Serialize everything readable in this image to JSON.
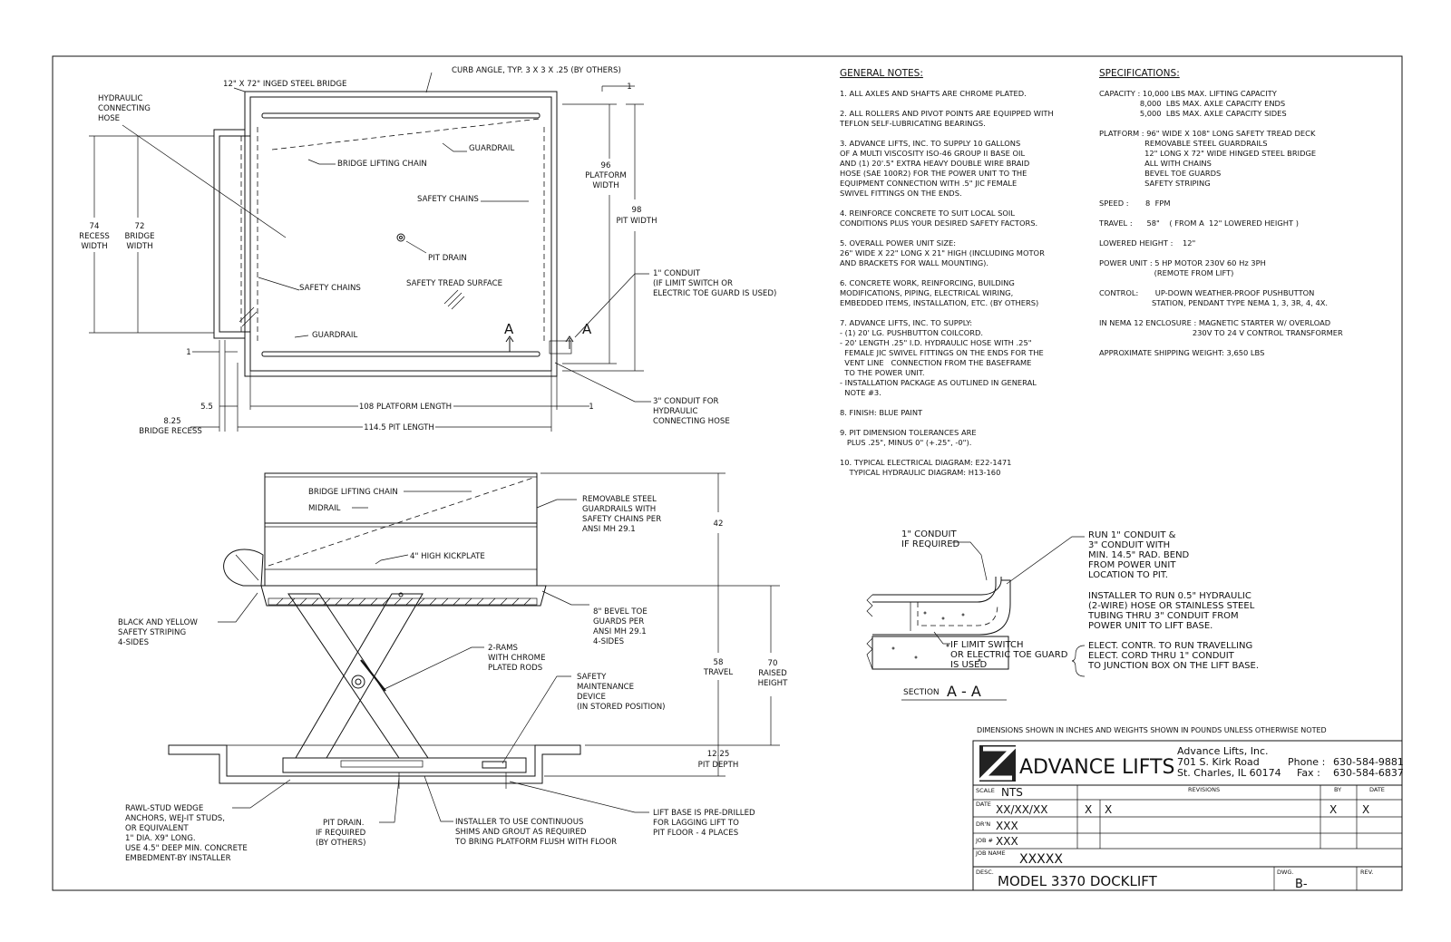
{
  "plan_view": {
    "labels": {
      "curb_angle": "CURB ANGLE, TYP. 3 X 3 X .25 (BY OTHERS)",
      "bridge": "12\" X 72\" INGED STEEL BRIDGE",
      "hydraulic_hose_1": "HYDRAULIC",
      "hydraulic_hose_2": "CONNECTING",
      "hydraulic_hose_3": "HOSE",
      "guardrail_top": "GUARDRAIL",
      "bridge_chain": "BRIDGE LIFTING CHAIN",
      "safety_chains_right": "SAFETY CHAINS",
      "pit_drain": "PIT DRAIN",
      "safety_chains_left": "SAFETY CHAINS",
      "tread_surface": "SAFETY TREAD SURFACE",
      "guardrail_bottom": "GUARDRAIL",
      "conduit_1": "1\" CONDUIT",
      "conduit_2": "(IF LIMIT SWITCH OR",
      "conduit_3": "ELECTRIC TOE GUARD IS USED)",
      "conduit3_1": "3\" CONDUIT FOR",
      "conduit3_2": "HYDRAULIC",
      "conduit3_3": "CONNECTING HOSE",
      "section_mark_left": "A",
      "section_mark_right": "A"
    },
    "dims": {
      "recess_width_val": "74",
      "recess_width_1": "RECESS",
      "recess_width_2": "WIDTH",
      "bridge_width_val": "72",
      "bridge_width_1": "BRIDGE",
      "bridge_width_2": "WIDTH",
      "platform_width_val": "96",
      "platform_width_1": "PLATFORM",
      "platform_width_2": "WIDTH",
      "pit_width_val": "98",
      "pit_width_1": "PIT WIDTH",
      "top_one": "1",
      "left_one": "1",
      "right_one": "1",
      "five_five": "5.5",
      "platform_length": "108 PLATFORM LENGTH",
      "bridge_recess_val": "8.25",
      "bridge_recess": "BRIDGE RECESS",
      "pit_length": "114.5 PIT LENGTH"
    }
  },
  "elevation_view": {
    "labels": {
      "bridge_chain": "BRIDGE LIFTING CHAIN",
      "midrail": "MIDRAIL",
      "kickplate": "4\" HIGH KICKPLATE",
      "guardrails_1": "REMOVABLE STEEL",
      "guardrails_2": "GUARDRAILS WITH",
      "guardrails_3": "SAFETY CHAINS PER",
      "guardrails_4": "ANSI MH 29.1",
      "striping_1": "BLACK AND YELLOW",
      "striping_2": "SAFETY STRIPING",
      "striping_3": "4-SIDES",
      "toe_1": "8\" BEVEL TOE",
      "toe_2": "GUARDS PER",
      "toe_3": "ANSI MH 29.1",
      "toe_4": "4-SIDES",
      "rams_1": "2-RAMS",
      "rams_2": "WITH CHROME",
      "rams_3": "PLATED RODS",
      "maint_1": "SAFETY",
      "maint_2": "MAINTENANCE",
      "maint_3": "DEVICE",
      "maint_4": "(IN STORED POSITION)",
      "anchors_1": "RAWL-STUD WEDGE",
      "anchors_2": "ANCHORS, WEJ-IT STUDS,",
      "anchors_3": "OR EQUIVALENT",
      "anchors_4": "1\" DIA. X9\" LONG.",
      "anchors_5": "USE 4.5\" DEEP MIN. CONCRETE",
      "anchors_6": "EMBEDMENT-BY INSTALLER",
      "pitdrain_1": "PIT DRAIN.",
      "pitdrain_2": "IF REQUIRED",
      "pitdrain_3": "(BY OTHERS)",
      "shims_1": "INSTALLER TO USE CONTINUOUS",
      "shims_2": "SHIMS AND GROUT AS REQUIRED",
      "shims_3": "TO BRING PLATFORM FLUSH WITH FLOOR",
      "base_1": "LIFT BASE IS PRE-DRILLED",
      "base_2": "FOR LAGGING LIFT TO",
      "base_3": "PIT FLOOR - 4 PLACES"
    },
    "dims": {
      "rail_height": "42",
      "travel_val": "58",
      "travel": "TRAVEL",
      "raised_val": "70",
      "raised_1": "RAISED",
      "raised_2": "HEIGHT",
      "pit_depth_val": "12.25",
      "pit_depth": "PIT DEPTH"
    }
  },
  "general_notes": {
    "heading": "GENERAL NOTES:",
    "lines": [
      "1. ALL AXLES AND SHAFTS ARE CHROME PLATED.",
      "",
      "2. ALL ROLLERS AND PIVOT POINTS ARE EQUIPPED WITH",
      "TEFLON SELF-LUBRICATING BEARINGS.",
      "",
      "3. ADVANCE LIFTS, INC. TO SUPPLY 10 GALLONS",
      "OF A MULTI VISCOSITY ISO-46 GROUP II BASE OIL",
      "AND (1) 20'.5\" EXTRA HEAVY DOUBLE WIRE BRAID",
      "HOSE (SAE 100R2) FOR THE POWER UNIT TO THE",
      "EQUIPMENT CONNECTION WITH .5\" JIC FEMALE",
      "SWIVEL FITTINGS ON THE ENDS.",
      "",
      "4. REINFORCE CONCRETE TO SUIT LOCAL SOIL",
      "CONDITIONS PLUS YOUR DESIRED SAFETY FACTORS.",
      "",
      "5. OVERALL POWER UNIT SIZE:",
      "26\" WIDE X 22\" LONG X 21\" HIGH (INCLUDING MOTOR",
      "AND BRACKETS FOR WALL MOUNTING).",
      "",
      "6. CONCRETE WORK, REINFORCING, BUILDING",
      "MODIFICATIONS, PIPING, ELECTRICAL WIRING,",
      "EMBEDDED ITEMS, INSTALLATION, ETC. (BY OTHERS)",
      "",
      "7. ADVANCE LIFTS, INC. TO SUPPLY:",
      "- (1) 20' LG. PUSHBUTTON COILCORD.",
      "- 20' LENGTH .25\" I.D. HYDRAULIC HOSE WITH .25\"",
      "  FEMALE JIC SWIVEL FITTINGS ON THE ENDS FOR THE",
      "  VENT LINE   CONNECTION FROM THE BASEFRAME",
      "  TO THE POWER UNIT.",
      "- INSTALLATION PACKAGE AS OUTLINED IN GENERAL",
      "  NOTE #3.",
      "",
      "8. FINISH: BLUE PAINT",
      "",
      "9. PIT DIMENSION TOLERANCES ARE",
      "   PLUS .25\", MINUS 0\" (+.25\", -0\").",
      "",
      "10. TYPICAL ELECTRICAL DIAGRAM: E22-1471",
      "    TYPICAL HYDRAULIC DIAGRAM: H13-160"
    ]
  },
  "specifications": {
    "heading": "SPECIFICATIONS:",
    "lines": [
      "CAPACITY : 10,000 LBS MAX. LIFTING CAPACITY",
      "                 8,000  LBS MAX. AXLE CAPACITY ENDS",
      "                 5,000  LBS MAX. AXLE CAPACITY SIDES",
      "",
      "PLATFORM : 96\" WIDE X 108\" LONG SAFETY TREAD DECK",
      "                   REMOVABLE STEEL GUARDRAILS",
      "                   12\" LONG X 72\" WIDE HINGED STEEL BRIDGE",
      "                   ALL WITH CHAINS",
      "                   BEVEL TOE GUARDS",
      "                   SAFETY STRIPING",
      "",
      "SPEED :       8  FPM",
      "",
      "TRAVEL :      58\"    ( FROM A  12\" LOWERED HEIGHT )",
      "",
      "LOWERED HEIGHT :    12\"",
      "",
      "POWER UNIT : 5 HP MOTOR 230V 60 Hz 3PH",
      "                       (REMOTE FROM LIFT)",
      "",
      "CONTROL:       UP-DOWN WEATHER-PROOF PUSHBUTTON",
      "                      STATION, PENDANT TYPE NEMA 1, 3, 3R, 4, 4X.",
      "",
      "IN NEMA 12 ENCLOSURE : MAGNETIC STARTER W/ OVERLOAD",
      "                                       230V TO 24 V CONTROL TRANSFORMER",
      "",
      "APPROXIMATE SHIPPING WEIGHT: 3,650 LBS"
    ]
  },
  "section_detail": {
    "conduit_1": "1\" CONDUIT",
    "conduit_2": "IF REQUIRED",
    "run_1": "RUN 1\" CONDUIT &",
    "run_2": "3\" CONDUIT WITH",
    "run_3": "MIN. 14.5\" RAD. BEND",
    "run_4": "FROM POWER UNIT",
    "run_5": "LOCATION TO PIT.",
    "inst_1": "INSTALLER TO RUN 0.5\" HYDRAULIC",
    "inst_2": "(2-WIRE) HOSE OR STAINLESS STEEL",
    "inst_3": "TUBING THRU 3\" CONDUIT FROM",
    "inst_4": "POWER UNIT TO LIFT BASE.",
    "limit_1": "IF LIMIT SWITCH",
    "limit_2": "OR ELECTRIC TOE GUARD",
    "limit_3": "IS USED",
    "elect_1": "ELECT. CONTR. TO RUN TRAVELLING",
    "elect_2": "ELECT. CORD THRU 1\" CONDUIT",
    "elect_3": "TO JUNCTION BOX ON THE LIFT BASE.",
    "section_word": "SECTION",
    "section_id": "A - A"
  },
  "title_block": {
    "dims_note": "DIMENSIONS SHOWN IN INCHES AND WEIGHTS SHOWN IN POUNDS UNLESS OTHERWISE NOTED",
    "logo": "ADVANCE LIFTS",
    "company": "Advance Lifts, Inc.",
    "address1": "701 S. Kirk Road",
    "address2": "St. Charles, IL 60174",
    "phone_label": "Phone :",
    "phone": "630-584-9881",
    "fax_label": "Fax :",
    "fax": "630-584-6837",
    "scale_label": "SCALE",
    "scale": "NTS",
    "revisions_label": "REVISIONS",
    "by_label": "BY",
    "date_col_label": "DATE",
    "date_label": "DATE",
    "date": "XX/XX/XX",
    "drn_label": "DR'N",
    "drn": "XXX",
    "job_label": "JOB #",
    "job": "XXX",
    "jobname_label": "JOB NAME",
    "jobname": "XXXXX",
    "desc_label": "DESC.",
    "desc": "MODEL 3370 DOCKLIFT",
    "dwg_label": "DWG.",
    "dwg": "B-",
    "rev_label": "REV.",
    "rev_cell_1": "X",
    "rev_cell_2": "X",
    "rev_by": "X",
    "rev_date": "X"
  }
}
